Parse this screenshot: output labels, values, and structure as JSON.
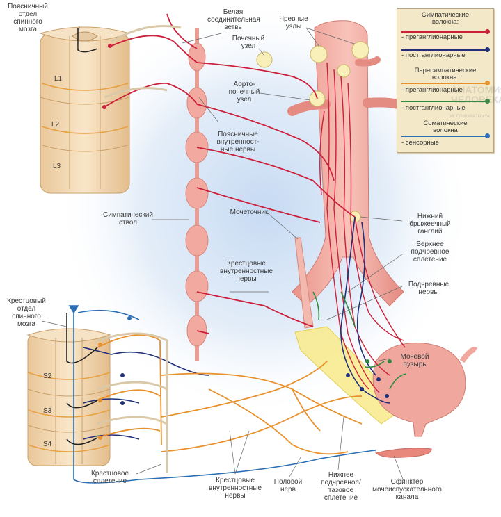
{
  "labels": {
    "lumbar_cord": "Поясничный\nотдел\nспинного\nмозга",
    "white_ramus": "Белая\nсоединительная\nветвь",
    "renal_ganglion": "Почечный\nузел",
    "celiac_ganglia": "Чревные\nузлы",
    "aorticorenal_ganglion": "Аорто-\nпочечный\nузел",
    "lumbar_splanchnic": "Поясничные\nвнутренност-\nные нервы",
    "sympathetic_trunk": "Симпатический\nствол",
    "ureter": "Мочеточник",
    "inferior_mesenteric": "Нижний\nбрыжеечный\nганглий",
    "superior_hypogastric": "Верхнее\nподчревное\nсплетение",
    "hypogastric_nerves": "Подчревные\nнервы",
    "sacral_splanchnic_upper": "Крестцовые\nвнутренностные\nнервы",
    "sacral_cord": "Крестцовый\nотдел\nспинного\nмозга",
    "bladder": "Мочевой\nпузырь",
    "sacral_plexus": "Крестцовое\nсплетение",
    "sacral_splanchnic_lower": "Крестцовые\nвнутренностные\nнервы",
    "pudendal_nerve": "Половой\nнерв",
    "inferior_hypogastric": "Нижнее\nподчревное/\nтазовое\nсплетение",
    "sphincter": "Сфинктер\nмочеиспускательного\nканала"
  },
  "segments": [
    "L1",
    "L2",
    "L3",
    "S2",
    "S3",
    "S4"
  ],
  "legend": {
    "sympathetic_title": "Симпатические\nволокна:",
    "sym_pre": "- преганглионарные",
    "sym_post": "- постганглионарные",
    "parasympathetic_title": "Парасимпатические\nволокна:",
    "para_pre": "- преганглионарные",
    "para_post": "- постганглионарные",
    "somatic_title": "Соматические\nволокна",
    "somatic_sensory": "- сенсорные"
  },
  "watermark": {
    "text": "АНАТОМИЯ\nЧЕЛОВЕКА",
    "url": "VK.COM/ANATOMYA"
  },
  "colors": {
    "sympathetic_pre": "#cc1f3a",
    "sympathetic_post": "#1f2f7a",
    "parasympathetic_pre": "#e8902a",
    "parasympathetic_post": "#2e8b3e",
    "somatic_sensory": "#2a6fb5",
    "background_glow": "#c9dcf2",
    "trunk": "#f2a9a0",
    "cord": "#f4d9b0",
    "aorta": "#f4b3aa"
  }
}
